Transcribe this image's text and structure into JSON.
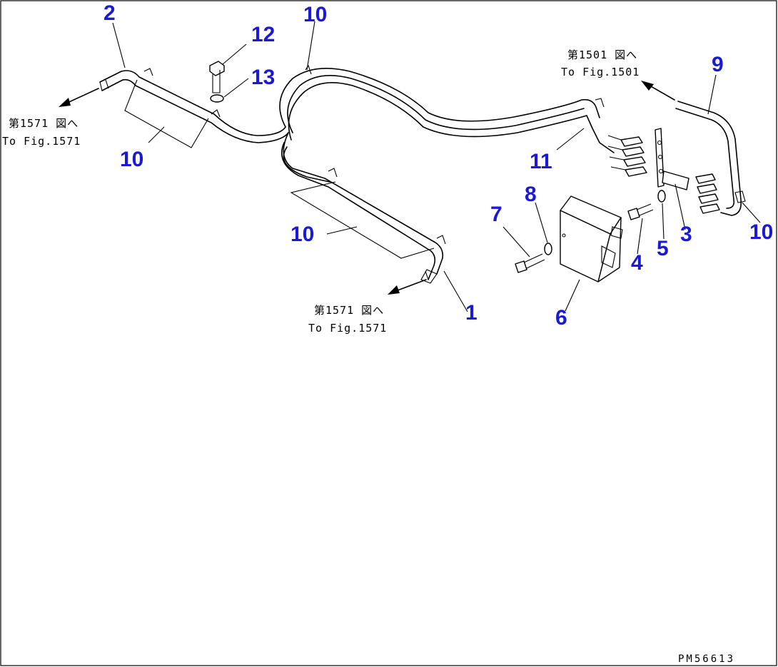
{
  "callouts": {
    "c1": "1",
    "c2": "2",
    "c3": "3",
    "c4": "4",
    "c5": "5",
    "c6": "6",
    "c7": "7",
    "c8": "8",
    "c9": "9",
    "c10": "10",
    "c11": "11",
    "c12": "12",
    "c13": "13"
  },
  "notes": {
    "left_jp": "第1571 図へ",
    "left_en": "To Fig.1571",
    "bottom_jp": "第1571 図へ",
    "bottom_en": "To Fig.1571",
    "right_jp": "第1501 図へ",
    "right_en": "To Fig.1501"
  },
  "drawing_code": "PM56613",
  "colors": {
    "callout": "#1a1ad6",
    "line": "#000000",
    "background": "#ffffff"
  }
}
